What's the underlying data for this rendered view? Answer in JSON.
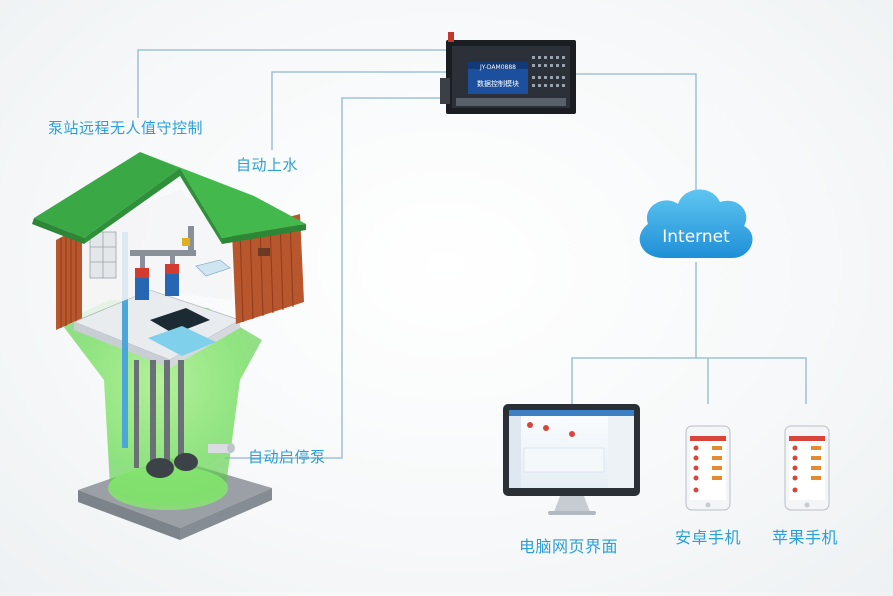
{
  "labels": {
    "remote_control": "泵站远程无人值守控制",
    "auto_water": "自动上水",
    "auto_pump": "自动启停泵",
    "internet": "Internet",
    "pc_web": "电脑网页界面",
    "android_phone": "安卓手机",
    "apple_phone": "苹果手机"
  },
  "device": {
    "model": "JY-DAM0888",
    "subtitle": "数据控制模块"
  },
  "colors": {
    "line": "#8fb8cf",
    "label": "#2a9fd8",
    "roof": "#3aa845",
    "walls": "#b8562d",
    "glow": "#7be06a"
  }
}
